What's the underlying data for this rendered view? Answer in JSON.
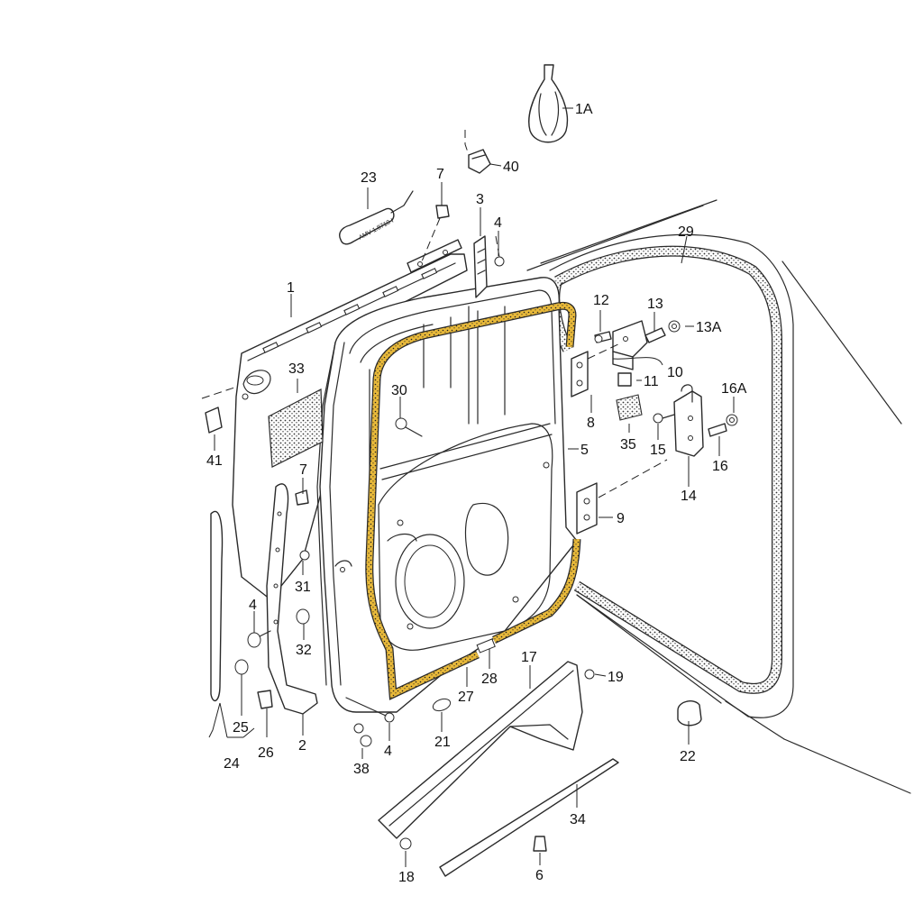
{
  "tube_label": "AMV 1.8710 I",
  "seal_color": "#e8b93a",
  "callouts": [
    {
      "id": "p1A",
      "text": "1A"
    },
    {
      "id": "p40",
      "text": "40"
    },
    {
      "id": "p23",
      "text": "23"
    },
    {
      "id": "p7a",
      "text": "7"
    },
    {
      "id": "p3",
      "text": "3"
    },
    {
      "id": "p4a",
      "text": "4"
    },
    {
      "id": "p29",
      "text": "29"
    },
    {
      "id": "p1",
      "text": "1"
    },
    {
      "id": "p12",
      "text": "12"
    },
    {
      "id": "p13",
      "text": "13"
    },
    {
      "id": "p13A",
      "text": "13A"
    },
    {
      "id": "p33",
      "text": "33"
    },
    {
      "id": "p30",
      "text": "30"
    },
    {
      "id": "p11",
      "text": "11"
    },
    {
      "id": "p10",
      "text": "10"
    },
    {
      "id": "p16A",
      "text": "16A"
    },
    {
      "id": "p8",
      "text": "8"
    },
    {
      "id": "p35",
      "text": "35"
    },
    {
      "id": "p41",
      "text": "41"
    },
    {
      "id": "p5",
      "text": "5"
    },
    {
      "id": "p15",
      "text": "15"
    },
    {
      "id": "p16",
      "text": "16"
    },
    {
      "id": "p7b",
      "text": "7"
    },
    {
      "id": "p14",
      "text": "14"
    },
    {
      "id": "p9",
      "text": "9"
    },
    {
      "id": "p31",
      "text": "31"
    },
    {
      "id": "p4b",
      "text": "4"
    },
    {
      "id": "p32",
      "text": "32"
    },
    {
      "id": "p17",
      "text": "17"
    },
    {
      "id": "p28",
      "text": "28"
    },
    {
      "id": "p19",
      "text": "19"
    },
    {
      "id": "p27",
      "text": "27"
    },
    {
      "id": "p25",
      "text": "25"
    },
    {
      "id": "p21",
      "text": "21"
    },
    {
      "id": "p26",
      "text": "26"
    },
    {
      "id": "p2",
      "text": "2"
    },
    {
      "id": "p4c",
      "text": "4"
    },
    {
      "id": "p22",
      "text": "22"
    },
    {
      "id": "p24",
      "text": "24"
    },
    {
      "id": "p38",
      "text": "38"
    },
    {
      "id": "p34",
      "text": "34"
    },
    {
      "id": "p18",
      "text": "18"
    },
    {
      "id": "p6",
      "text": "6"
    }
  ]
}
